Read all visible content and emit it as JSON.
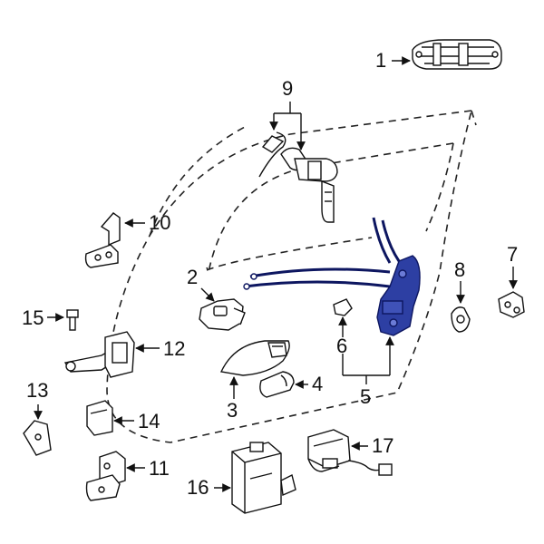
{
  "callouts": [
    {
      "id": "1",
      "label": "1"
    },
    {
      "id": "2",
      "label": "2"
    },
    {
      "id": "3",
      "label": "3"
    },
    {
      "id": "4",
      "label": "4"
    },
    {
      "id": "5",
      "label": "5"
    },
    {
      "id": "6",
      "label": "6"
    },
    {
      "id": "7",
      "label": "7"
    },
    {
      "id": "8",
      "label": "8"
    },
    {
      "id": "9",
      "label": "9"
    },
    {
      "id": "10",
      "label": "10"
    },
    {
      "id": "11",
      "label": "11"
    },
    {
      "id": "12",
      "label": "12"
    },
    {
      "id": "13",
      "label": "13"
    },
    {
      "id": "14",
      "label": "14"
    },
    {
      "id": "15",
      "label": "15"
    },
    {
      "id": "16",
      "label": "16"
    },
    {
      "id": "17",
      "label": "17"
    }
  ],
  "colors": {
    "line": "#111111",
    "highlight_fill": "#2d3fa3",
    "highlight_stroke": "#0d1660",
    "part_fill": "#ffffff"
  }
}
